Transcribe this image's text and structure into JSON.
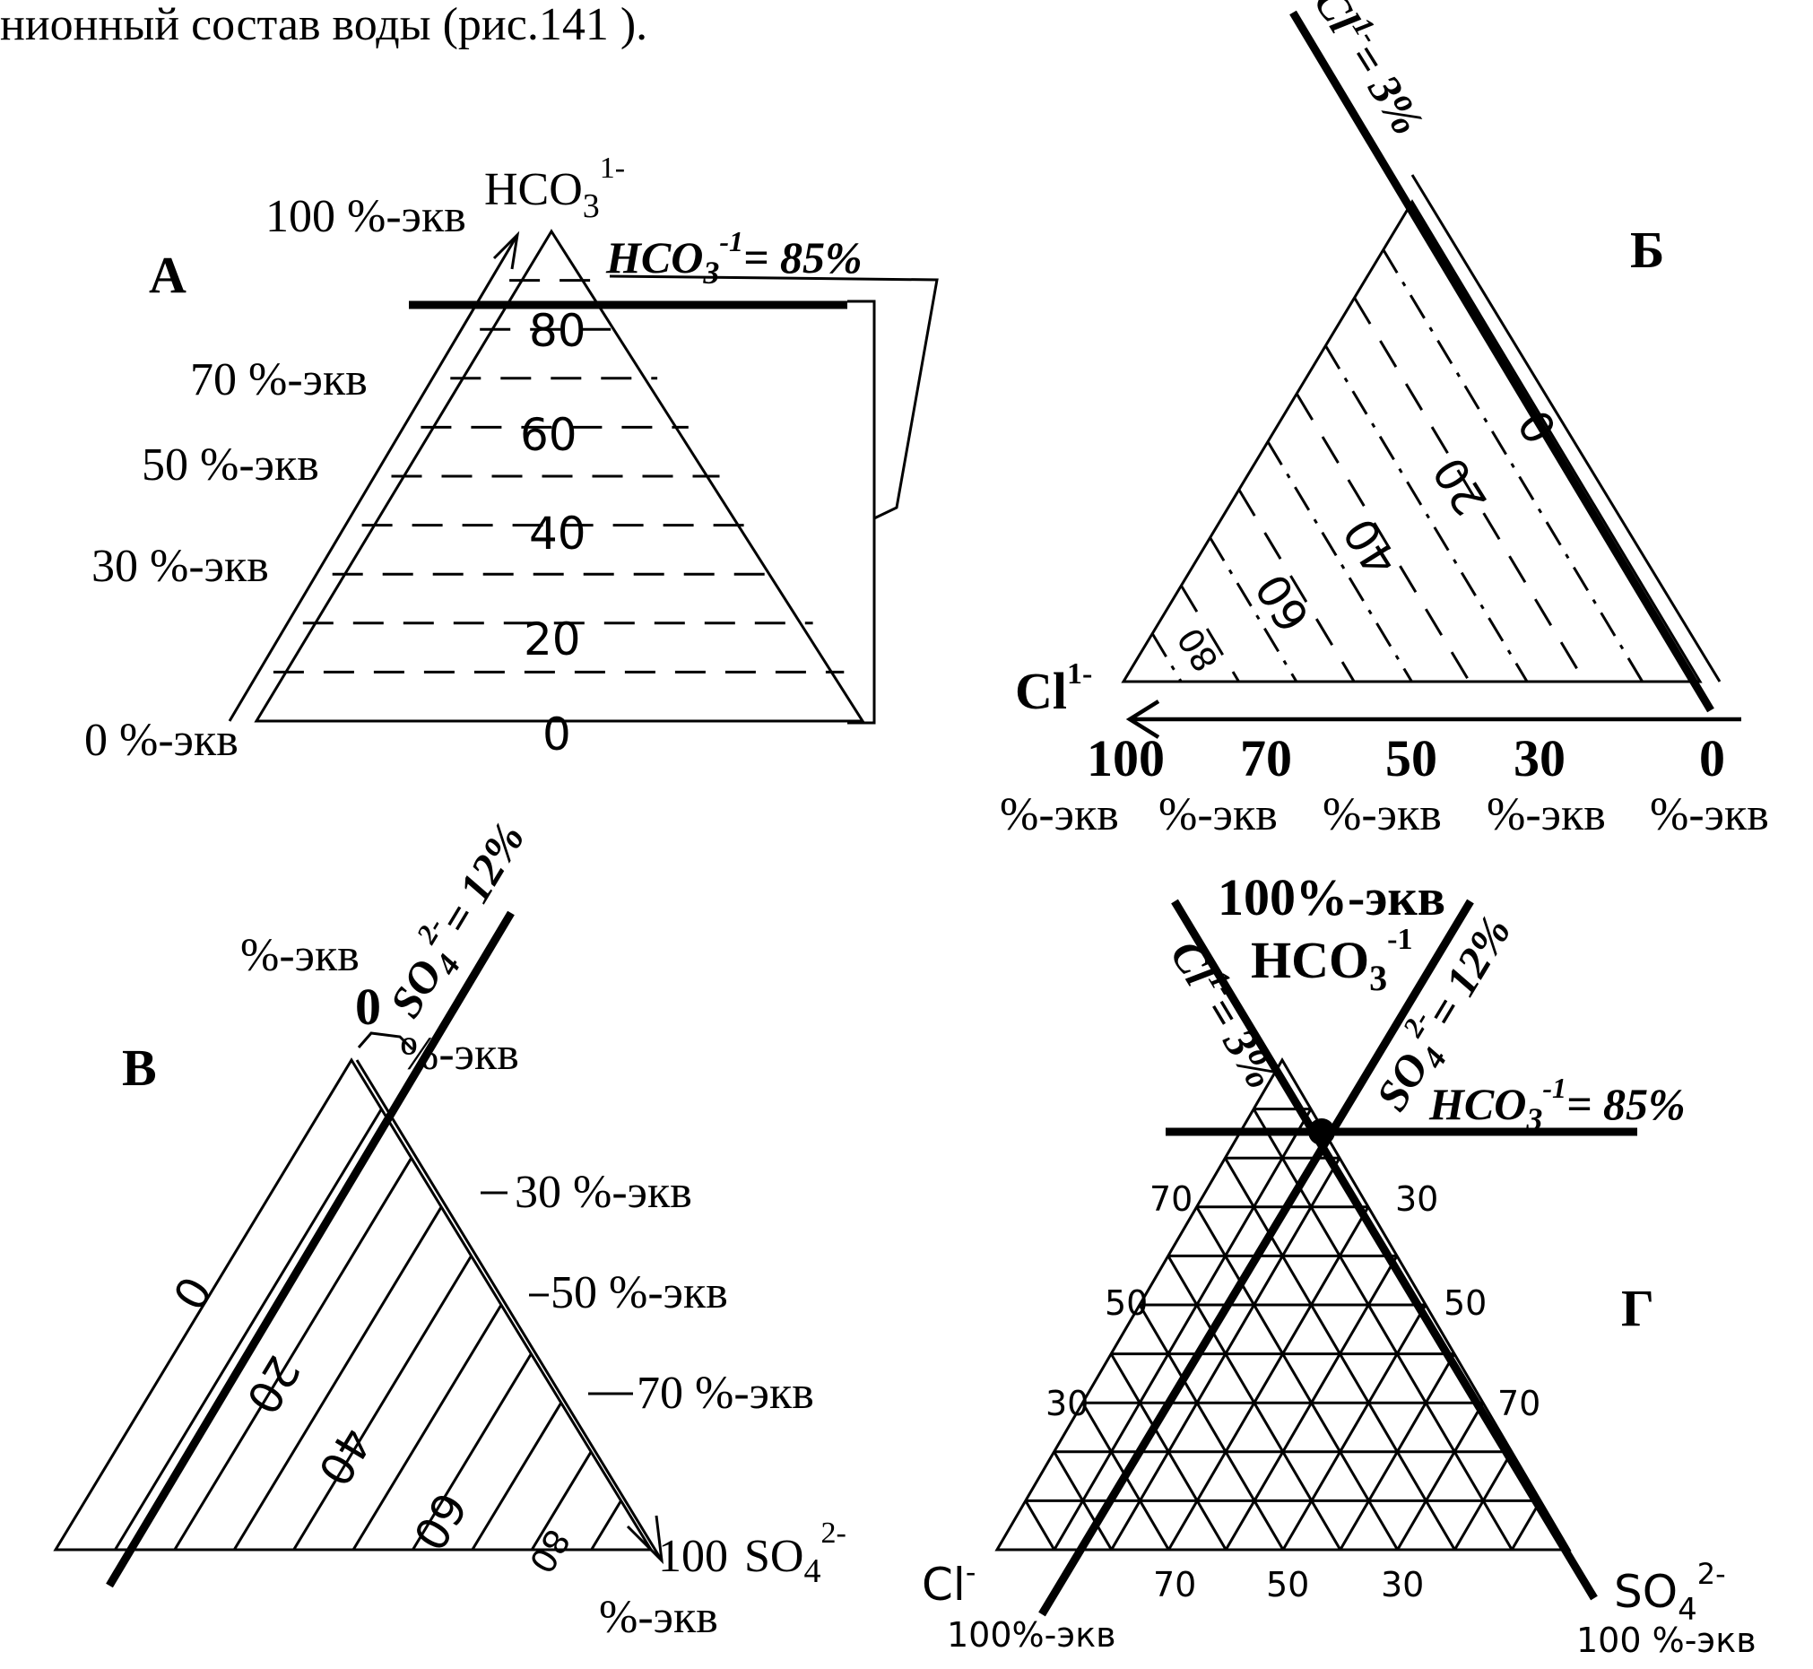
{
  "caption_top": "нионный состав воды (рис.141 ).",
  "panels": {
    "A": {
      "letter": "А",
      "ion_top": "HCO",
      "ion_top_sub": "3",
      "ion_top_sup": "1-",
      "apex_pct": "100 %-экв",
      "left_scale": [
        "70 %-экв",
        "50 %-экв",
        "30 %-экв",
        "0 %-экв"
      ],
      "inner_scale": [
        "80",
        "60",
        "40",
        "20",
        "0"
      ],
      "note_ion": "HCO",
      "note_sub": "3",
      "note_sup": "-1",
      "note_val": "= 85%",
      "hco3_percent": 85
    },
    "B": {
      "letter": "Б",
      "cl_label_ion": "Cl",
      "cl_label_sup": "1-",
      "line_note": "Cl",
      "line_note_sup": "1-",
      "line_note_val": "= 3%",
      "bottom_values": [
        "100",
        "70",
        "50",
        "30",
        "0"
      ],
      "bottom_unit": "%-экв",
      "inner_scale": [
        "0",
        "20",
        "40",
        "60",
        "80"
      ],
      "cl_percent": 3
    },
    "V": {
      "letter": "В",
      "top_unit": "%-экв",
      "top_zero": "0",
      "zero_unit_partial": "%-экв",
      "line_note_ion": "SO",
      "line_note_sub": "4",
      "line_note_sup": "2-",
      "line_note_val": "= 12%",
      "right_scale": [
        "30 %-экв",
        "50 %-экв",
        "70 %-экв"
      ],
      "corner_value": "100",
      "corner_ion": "SO",
      "corner_sub": "4",
      "corner_sup": "2-",
      "corner_unit": "%-экв",
      "inner_scale": [
        "0",
        "20",
        "40",
        "60",
        "80"
      ],
      "so4_percent": 12
    },
    "G": {
      "letter": "Г",
      "apex_pct": "100%-экв",
      "apex_ion": "HCO",
      "apex_sub": "3",
      "apex_sup": "-1",
      "cl_note": "Cl",
      "cl_note_sup": "1-",
      "cl_note_val": "= 3%",
      "so4_note": "SO",
      "so4_note_sub": "4",
      "so4_note_sup": "2-",
      "so4_note_val": "= 12%",
      "hco3_note": "HCO",
      "hco3_note_sub": "3",
      "hco3_note_sup": "-1",
      "hco3_note_val": "= 85%",
      "left_ticks": [
        "70",
        "50",
        "30"
      ],
      "right_ticks": [
        "30",
        "50",
        "70"
      ],
      "bottom_ticks": [
        "70",
        "50",
        "30"
      ],
      "cl_corner": "Cl",
      "cl_corner_sup": "-",
      "cl_corner_unit": "100%-экв",
      "so4_corner": "SO",
      "so4_corner_sub": "4",
      "so4_corner_sup": "2-",
      "so4_corner_unit": "100 %-экв",
      "point": {
        "HCO3": 85,
        "SO4": 12,
        "Cl": 3
      }
    }
  }
}
